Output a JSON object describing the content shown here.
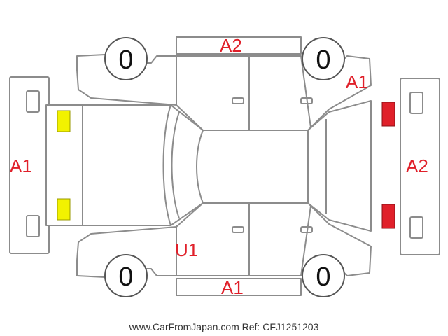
{
  "colors": {
    "outline": "#8c8c8c",
    "damage_text": "#e0202a",
    "lamp_front": "#f2f200",
    "lamp_rear": "#e0202a"
  },
  "tyres": {
    "front_left": "0",
    "rear_left": "0",
    "front_right": "0",
    "rear_right": "0"
  },
  "damage_marks": {
    "front_bumper": "A1",
    "rear_bumper": "A2",
    "left_side_panel": "A2",
    "right_side_panel": "A1",
    "rear_fender": "A1",
    "left_front_fender": "U1"
  },
  "footer": "www.CarFromJapan.com Ref: CFJ1251203"
}
